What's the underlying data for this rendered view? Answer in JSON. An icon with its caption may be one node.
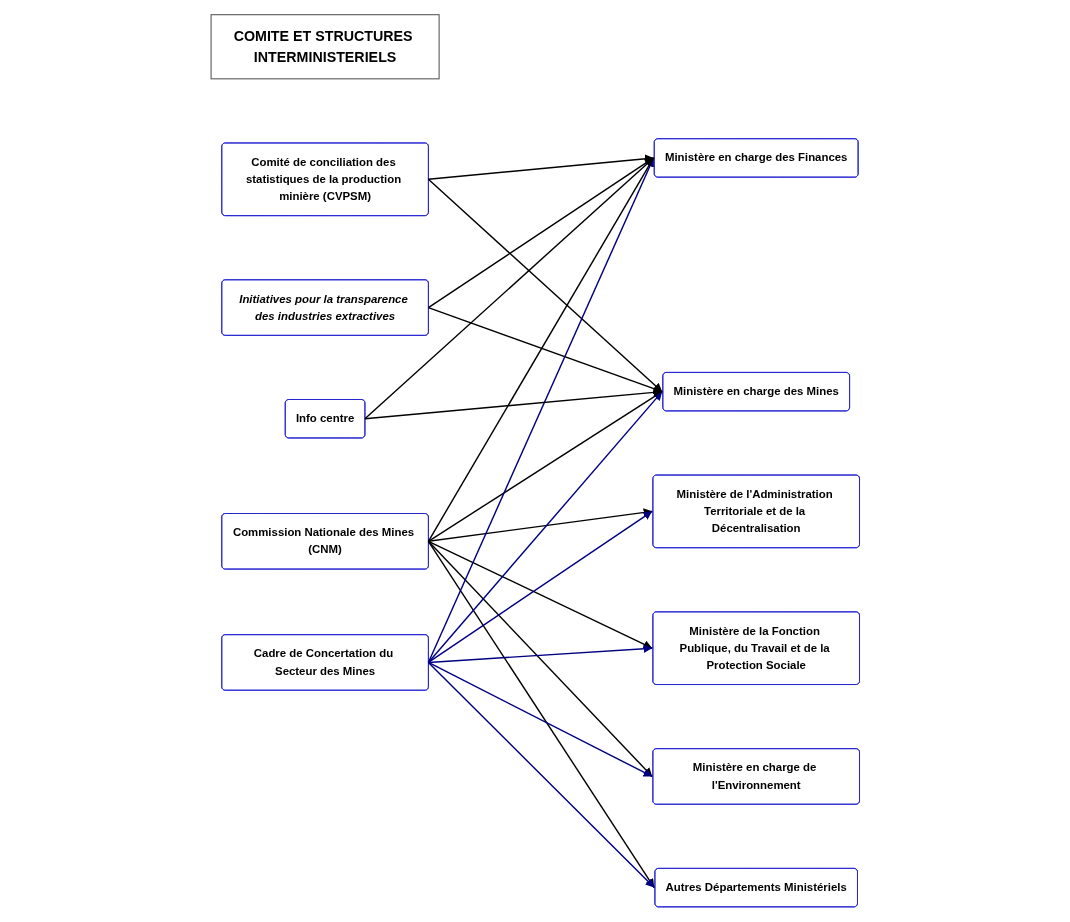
{
  "diagram": {
    "nodes": [
      {
        "text": [
          "COMITE ET STRUCTURES INTERMINISTERIELS"
        ]
      },
      {
        "text": [
          "Comité de conciliation des statistiques de la production minière (CVPSM)"
        ]
      },
      {
        "text": [
          "Commission Nationale des Mines (CNM)"
        ]
      },
      {
        "text": [
          "Initiatives pour la transparence des industries extractives"
        ]
      },
      {
        "text": [
          "Cadre de Concertation du Secteur des Mines"
        ]
      },
      {
        "text": [
          "Info centre"
        ]
      },
      {
        "text": [
          "Ministère de l'Administration Territoriale et de la Décentralisation"
        ]
      },
      {
        "text": [
          "Ministère de la Fonction Publique, du Travail et de la Protection Sociale"
        ]
      },
      {
        "text": [
          "Ministère en charge des Finances"
        ]
      },
      {
        "text": [
          "Ministère en charge des Mines"
        ]
      },
      {
        "text": [
          "Ministère en charge de l'Environnement"
        ]
      },
      {
        "text": [
          "Autres Départements Ministériels"
        ]
      }
    ],
    "edges": [
      {
        "from": 1,
        "to": 8,
        "arrow": "to"
      },
      {
        "from": 1,
        "to": 9,
        "arrow": "to"
      },
      {
        "from": 2,
        "to": 6,
        "arrow": "to"
      },
      {
        "from": 2,
        "to": 7,
        "arrow": "to"
      },
      {
        "from": 2,
        "to": 8,
        "arrow": "to"
      },
      {
        "from": 2,
        "to": 9,
        "arrow": "to"
      },
      {
        "from": 2,
        "to": 10,
        "arrow": "to"
      },
      {
        "from": 2,
        "to": 11,
        "arrow": "to"
      },
      {
        "from": 3,
        "to": 8,
        "arrow": "to"
      },
      {
        "from": 3,
        "to": 9,
        "arrow": "to"
      },
      {
        "from": 4,
        "to": 6,
        "arrow": "to",
        "color": "#000080"
      },
      {
        "from": 4,
        "to": 7,
        "arrow": "to",
        "color": "#000080"
      },
      {
        "from": 4,
        "to": 8,
        "arrow": "to",
        "color": "#000080"
      },
      {
        "from": 4,
        "to": 9,
        "arrow": "to",
        "color": "#000080"
      },
      {
        "from": 4,
        "to": 10,
        "arrow": "to",
        "color": "#000080"
      },
      {
        "from": 4,
        "to": 11,
        "arrow": "to",
        "color": "#000080"
      },
      {
        "from": 5,
        "to": 8,
        "arrow": "to"
      },
      {
        "from": 5,
        "to": 9,
        "arrow": "to"
      }
    ]
  }
}
